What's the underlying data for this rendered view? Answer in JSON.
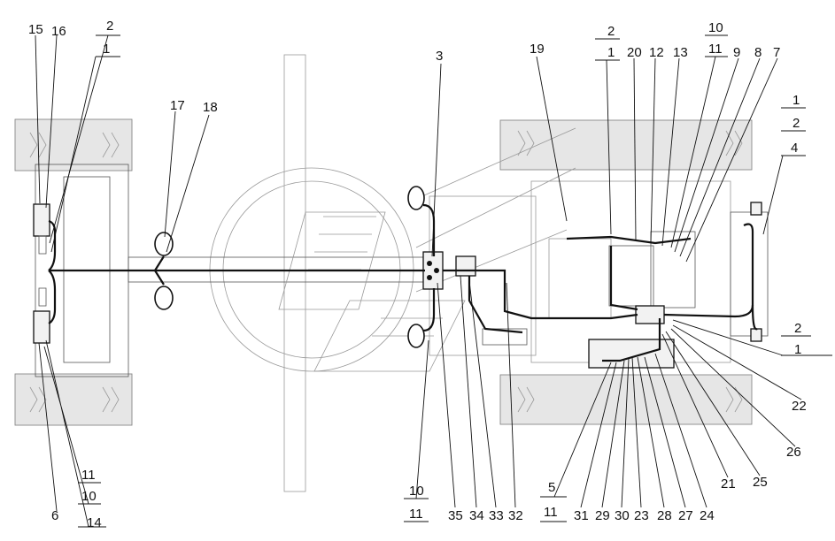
{
  "callouts": {
    "c15": "15",
    "c16": "16",
    "c2a": "2",
    "c1a": "1",
    "c17": "17",
    "c18": "18",
    "c3": "3",
    "c19": "19",
    "c2b": "2",
    "c1b": "1",
    "c20": "20",
    "c12": "12",
    "c13": "13",
    "c10a": "10",
    "c11a": "11",
    "c9": "9",
    "c8": "8",
    "c7": "7",
    "c1c": "1",
    "c2c": "2",
    "c4": "4",
    "c2d": "2",
    "c1d": "1",
    "c22": "22",
    "c26": "26",
    "c25": "25",
    "c21": "21",
    "c11b": "11",
    "c10b": "10",
    "c6": "6",
    "c14": "14",
    "c10c": "10",
    "c11c": "11",
    "c5": "5",
    "c11d": "11",
    "c35": "35",
    "c34": "34",
    "c33": "33",
    "c32": "32",
    "c31": "31",
    "c29": "29",
    "c30": "30",
    "c23": "23",
    "c28": "28",
    "c27": "27",
    "c24": "24"
  },
  "colors": {
    "line": "#111111",
    "background": "#ffffff",
    "tire_fill": "#e6e6e6"
  }
}
